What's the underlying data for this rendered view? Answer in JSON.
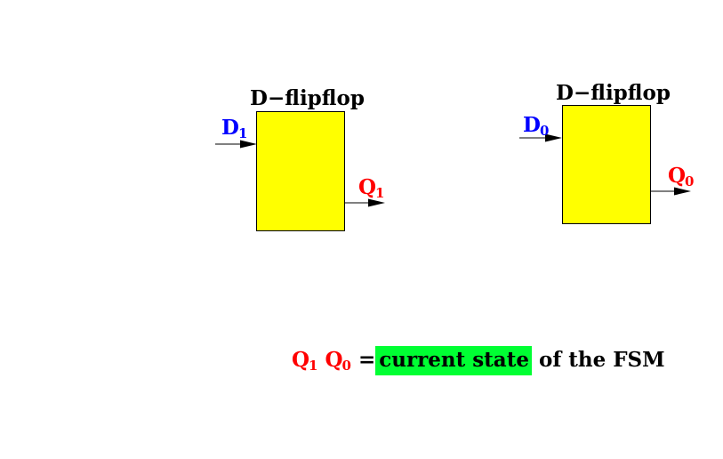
{
  "flipflops": [
    {
      "title": "D−flipflop",
      "input": {
        "letter": "D",
        "index": "1"
      },
      "output": {
        "letter": "Q",
        "index": "1"
      }
    },
    {
      "title": "D−flipflop",
      "input": {
        "letter": "D",
        "index": "0"
      },
      "output": {
        "letter": "Q",
        "index": "0"
      }
    }
  ],
  "caption": {
    "q1": {
      "letter": "Q",
      "index": "1"
    },
    "q0": {
      "letter": "Q",
      "index": "0"
    },
    "equals": "=",
    "highlight": "current state",
    "rest": "of the FSM"
  },
  "colors": {
    "box_fill": "#ffff00",
    "input_label": "#0000ff",
    "output_label": "#ff0000",
    "highlight": "#00ff33"
  }
}
